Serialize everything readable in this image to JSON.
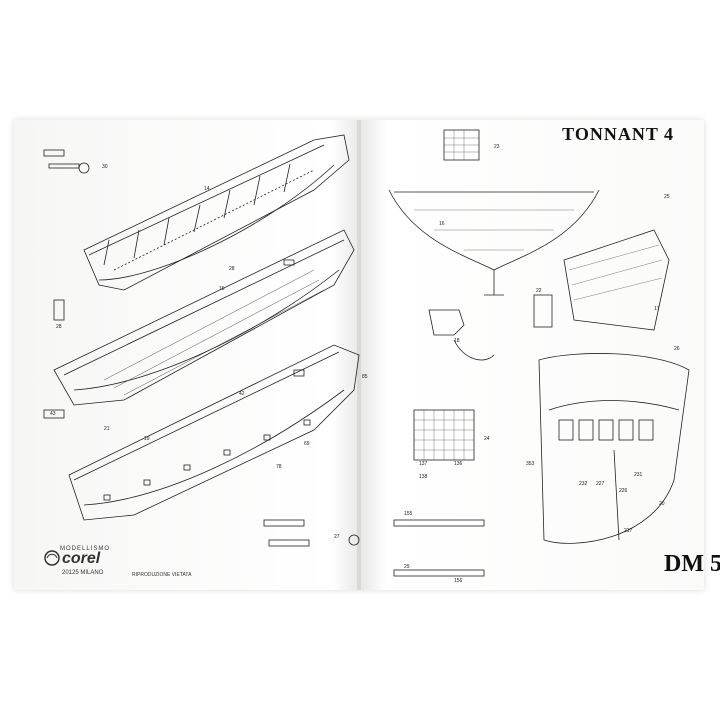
{
  "sheet": {
    "title": "TONNANT 4",
    "code": "DM 5",
    "brand_top": "MODELLISMO",
    "brand_name": "corel",
    "brand_city": "20125 MILANO",
    "copyright": "RIPRODUZIONE VIETATA"
  },
  "figures": {
    "fig14": "14",
    "fig15": "15",
    "fig16": "16",
    "fig17": "17",
    "fig18": "18",
    "fig19": "19",
    "fig20": "20",
    "fig21": "21",
    "fig22": "22",
    "fig23": "23",
    "fig24": "24",
    "fig25": "25",
    "fig26": "26",
    "fig27": "27",
    "fig28": "28",
    "fig29": "29",
    "fig30": "30"
  },
  "part_labels": {
    "l85": "85",
    "l28": "28",
    "l43": "43",
    "l42": "42",
    "l69": "69",
    "l78": "78",
    "l353": "353",
    "l232": "232",
    "l227": "227",
    "l226": "226",
    "l231": "231",
    "l217": "217",
    "l137": "137",
    "l136": "136",
    "l138": "138",
    "l155": "155",
    "l156": "156"
  }
}
